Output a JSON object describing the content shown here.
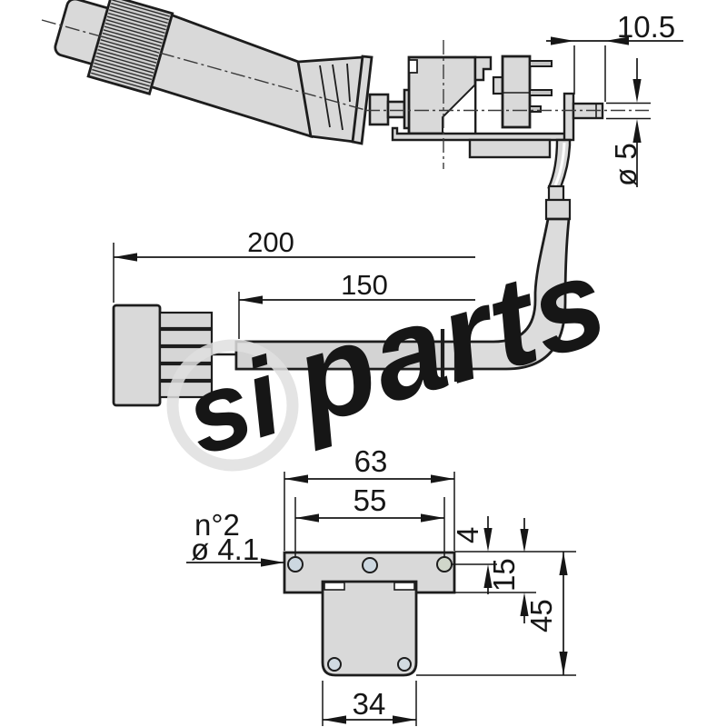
{
  "dims": {
    "overall_length": "200",
    "cable_length": "150",
    "pin_protrusion": "10.5",
    "pin_diameter": "ø 5",
    "plate_width": "63",
    "hole_spacing": "55",
    "hole_offset": "4",
    "plate_height": "15",
    "overall_height": "45",
    "box_width": "34",
    "holes_note_line1": "n°2",
    "holes_note_line2": "ø 4.1"
  },
  "watermark": {
    "si": "si",
    "parts": "parts"
  },
  "colors": {
    "part_fill": "#d9d9d9",
    "line": "#1d1d1d",
    "watermark": "#dfdfdf"
  }
}
